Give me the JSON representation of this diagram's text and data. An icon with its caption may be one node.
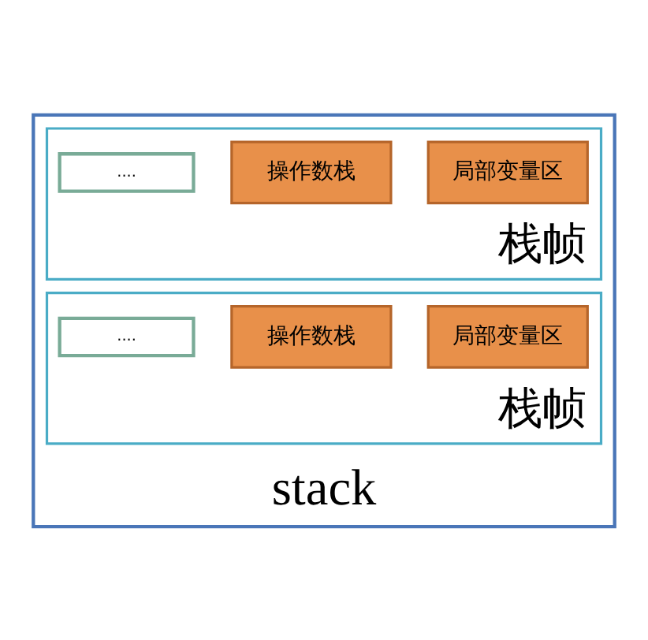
{
  "diagram": {
    "nodes": [
      {
        "text": [
          "stack"
        ]
      },
      {
        "text": [
          "栈帧"
        ],
        "in": 0
      },
      {
        "text": [
          "局部变量区"
        ],
        "in": 1
      },
      {
        "text": [
          "操作数栈"
        ],
        "in": 1
      },
      {
        "text": [
          "...."
        ],
        "in": 1
      },
      {
        "text": [
          "栈帧"
        ],
        "in": 0
      },
      {
        "text": [
          "局部变量区"
        ],
        "in": 5
      },
      {
        "text": [
          "操作数栈"
        ],
        "in": 5
      },
      {
        "text": [
          "...."
        ],
        "in": 5
      }
    ],
    "edges": []
  }
}
